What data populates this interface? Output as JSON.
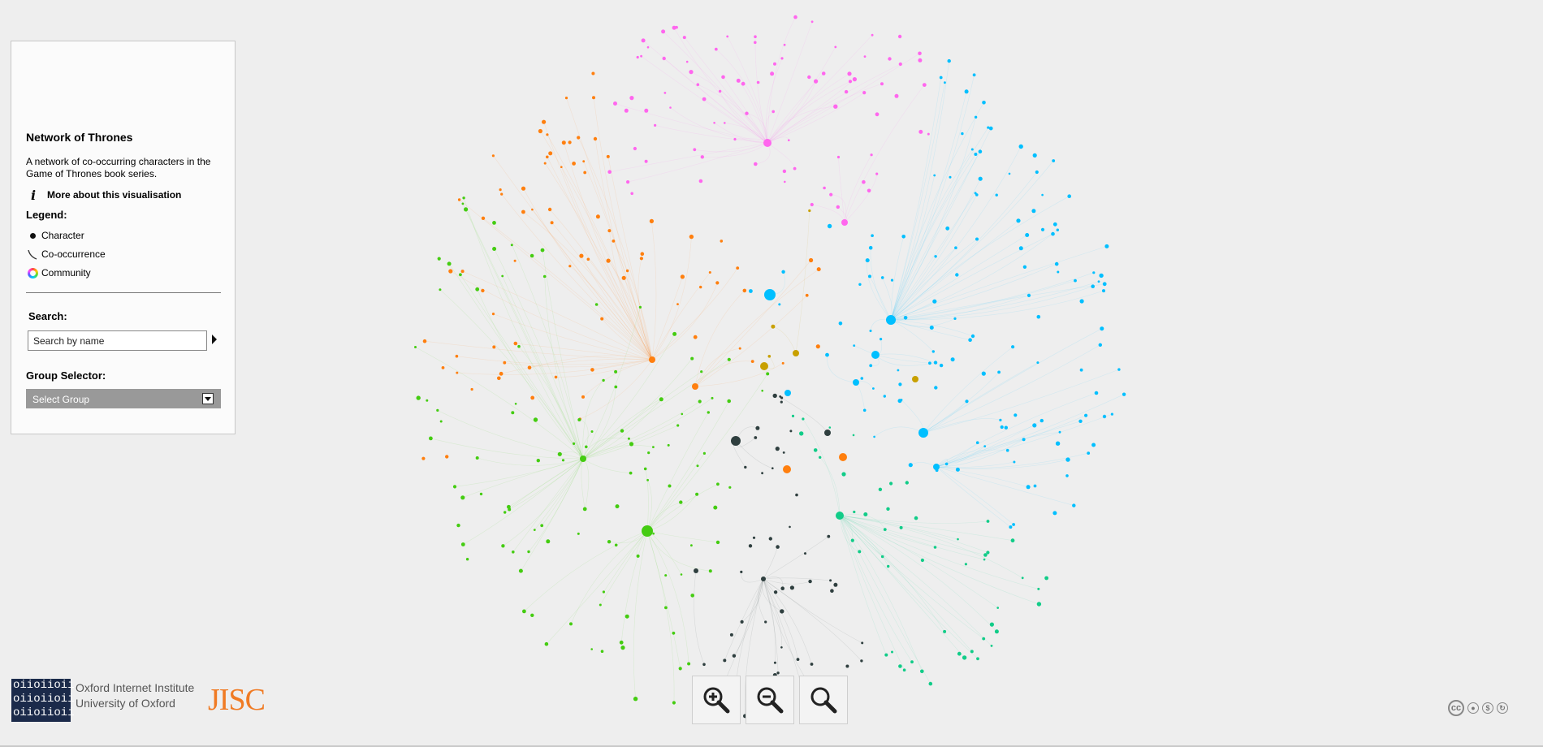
{
  "panel": {
    "title": "Network of Thrones",
    "description": "A network of co-occurring characters in the Game of Thrones book series.",
    "more_label": "More about this visualisation",
    "more_icon": "info-icon",
    "legend_heading": "Legend:",
    "legend": [
      {
        "label": "Character",
        "icon": "character-dot-icon"
      },
      {
        "label": "Co-occurrence",
        "icon": "edge-line-icon"
      },
      {
        "label": "Community",
        "icon": "community-ring-icon"
      }
    ],
    "search_label": "Search:",
    "search_placeholder": "Search by name",
    "group_label": "Group Selector:",
    "group_selected": "Select Group"
  },
  "zoom": [
    {
      "name": "zoom-in",
      "icon": "zoom-in-icon"
    },
    {
      "name": "zoom-out",
      "icon": "zoom-out-icon"
    },
    {
      "name": "zoom-reset",
      "icon": "magnifier-icon"
    }
  ],
  "footer": {
    "oii_logo_rows": [
      "oiioiioii",
      "oiioiioii",
      "oiioiioii"
    ],
    "oii_line1": "Oxford Internet Institute",
    "oii_line2": "University of Oxford",
    "jisc": "JISC",
    "license_icons": [
      "cc-icon",
      "by-icon",
      "nc-icon",
      "sa-icon"
    ]
  },
  "colors": {
    "pink": "#ff66ee",
    "blue": "#00bfff",
    "orange": "#ff7f0e",
    "green": "#44cc11",
    "dark": "#2f3f3f",
    "gold": "#c8a000",
    "teal": "#11cc88",
    "brand": "#f07b24"
  }
}
